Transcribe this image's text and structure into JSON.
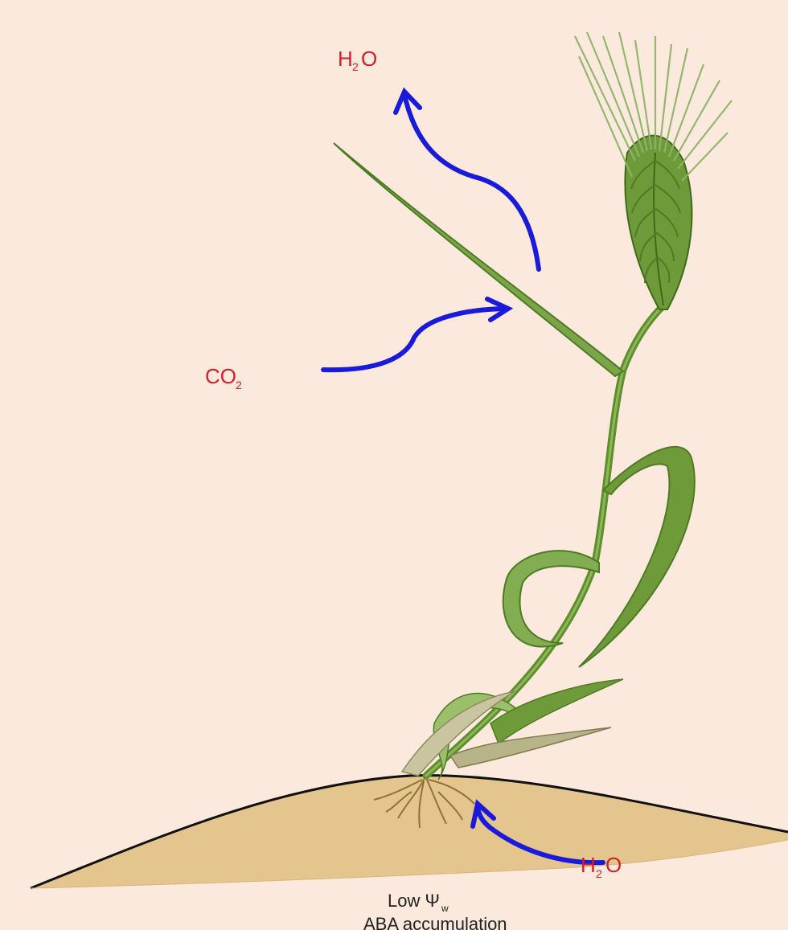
{
  "labels": {
    "h2o_top": {
      "main": "H",
      "sub": "2",
      "tail": "O"
    },
    "co2": {
      "main": "CO",
      "sub": "2"
    },
    "h2o_soil": {
      "main": "H",
      "sub": "2",
      "tail": "O"
    },
    "water_potential": {
      "main": "Low Ψ",
      "sub": "w"
    },
    "aba": "ABA accumulation"
  },
  "colors": {
    "background": "#fbe9dd",
    "arrow": "#1a1adb",
    "label": "#d0202a",
    "soil": "#e3c58d",
    "soil_line": "#111111",
    "leaf": "#6f9a3a",
    "leaf_dark": "#4f7a24",
    "spike": "#7ea45a",
    "root": "#8a6a2a"
  },
  "icons": [
    "barley-plant-illustration",
    "soil-mound",
    "curved-arrow"
  ]
}
